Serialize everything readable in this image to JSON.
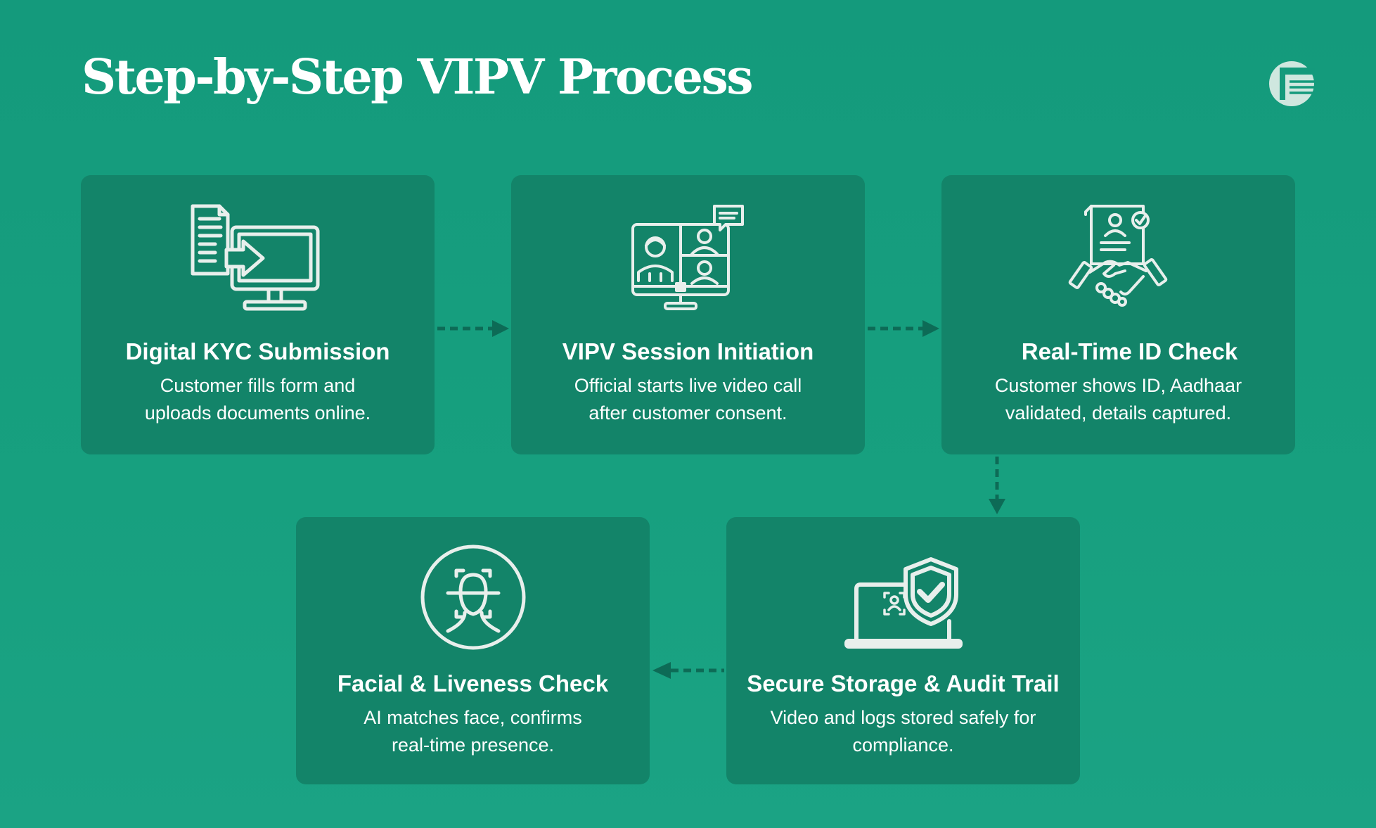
{
  "title": "Step-by-Step VIPV Process",
  "logo_icon": "brand-logo-icon",
  "colors": {
    "background": "#17a07f",
    "card": "#138469",
    "arrow": "#0d6b56",
    "icon_stroke": "#e8efec"
  },
  "steps": [
    {
      "icon": "document-to-monitor-icon",
      "title": "Digital KYC Submission",
      "desc_line1": "Customer fills form and",
      "desc_line2": "uploads documents online."
    },
    {
      "icon": "video-call-monitor-icon",
      "title": "VIPV Session Initiation",
      "desc_line1": "Official starts live video call",
      "desc_line2": "after customer consent."
    },
    {
      "icon": "id-document-handshake-icon",
      "title": "Real-Time ID Check",
      "desc_line1": "Customer shows ID, Aadhaar",
      "desc_line2": "validated, details captured."
    },
    {
      "icon": "face-scan-icon",
      "title": "Facial & Liveness Check",
      "desc_line1": "AI matches face, confirms",
      "desc_line2": "real-time presence."
    },
    {
      "icon": "laptop-shield-icon",
      "title": "Secure Storage & Audit Trail",
      "desc_line1": "Video and logs stored safely for",
      "desc_line2": "compliance."
    }
  ]
}
